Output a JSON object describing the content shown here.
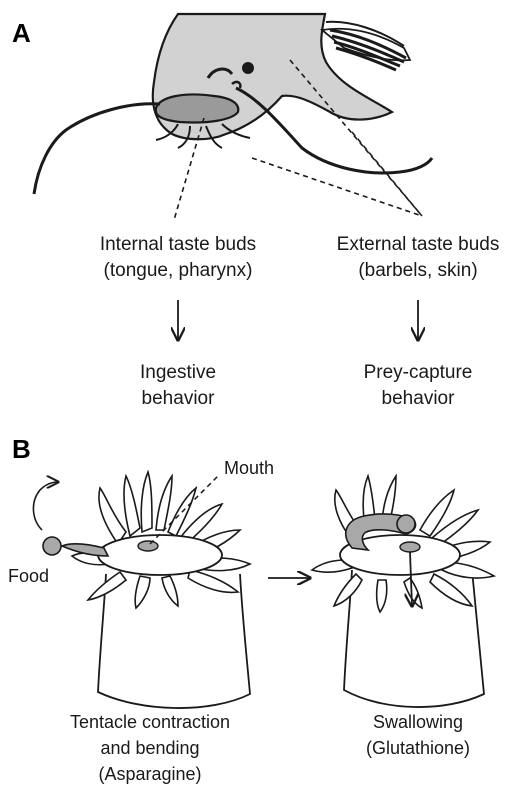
{
  "panel_a": {
    "letter": "A",
    "internal": {
      "line1": "Internal taste buds",
      "line2": "(tongue, pharynx)"
    },
    "external": {
      "line1": "External taste buds",
      "line2": "(barbels, skin)"
    },
    "ingestive": {
      "line1": "Ingestive",
      "line2": "behavior"
    },
    "prey": {
      "line1": "Prey-capture",
      "line2": "behavior"
    }
  },
  "panel_b": {
    "letter": "B",
    "mouth_label": "Mouth",
    "food_label": "Food",
    "left_caption": {
      "line1": "Tentacle contraction",
      "line2": "and bending",
      "line3": "(Asparagine)"
    },
    "right_caption": {
      "line1": "Swallowing",
      "line2": "(Glutathione)"
    }
  },
  "colors": {
    "ink": "#1a1a1a",
    "fish_body": "#d2d2d2",
    "lip_fill": "#9a9a9a",
    "food_fill": "#a8a8a8"
  }
}
